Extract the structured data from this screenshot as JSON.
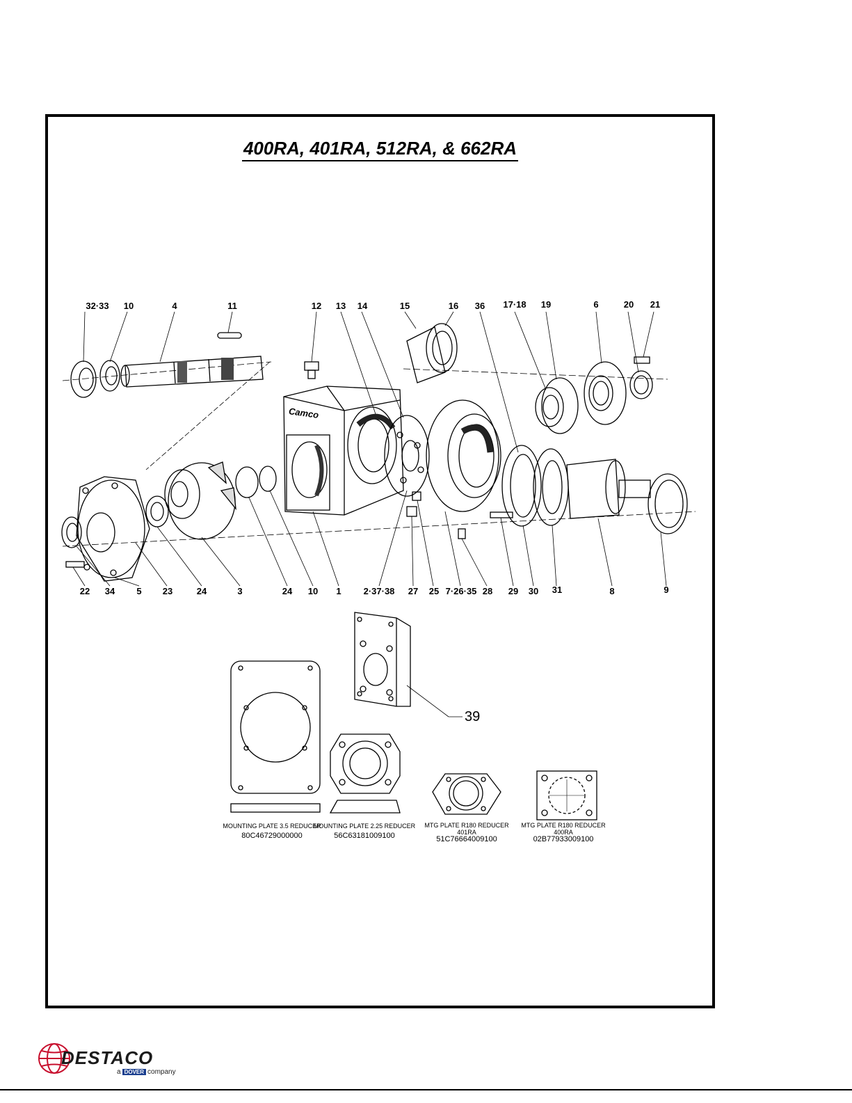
{
  "title": "400RA, 401RA, 512RA, & 662RA",
  "callouts_top": [
    "32·33",
    "10",
    "4",
    "11",
    "12",
    "13",
    "14",
    "15",
    "16",
    "36",
    "17·18",
    "19",
    "6",
    "20",
    "21"
  ],
  "callouts_bottom": [
    "22",
    "34",
    "5",
    "23",
    "24",
    "3",
    "24",
    "10",
    "1",
    "2·37·38",
    "27",
    "25",
    "7·26·35",
    "28",
    "29",
    "30",
    "31",
    "8",
    "9"
  ],
  "plate39_label": "39",
  "housing_brand": "Camco",
  "plates": [
    {
      "caption": "MOUNTING PLATE 3.5 REDUCER",
      "code": "80C46729000000"
    },
    {
      "caption": "MOUNTING PLATE 2.25 REDUCER",
      "code": "56C63181009100"
    },
    {
      "caption": "MTG PLATE R180 REDUCER",
      "model": "401RA",
      "code": "51C76664009100"
    },
    {
      "caption": "MTG PLATE R180 REDUCER",
      "model": "400RA",
      "code": "02B77933009100"
    }
  ],
  "logo": {
    "name": "DESTACO",
    "pre": "a",
    "brand": "DOVER",
    "post": "company",
    "color": "#c8102e"
  }
}
